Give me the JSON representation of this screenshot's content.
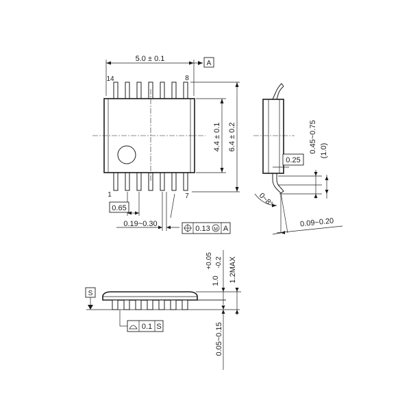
{
  "top_view": {
    "width_dim": "5.0 ± 0.1",
    "datum_a": "A",
    "pin_14": "14",
    "pin_8": "8",
    "pin_1": "1",
    "pin_7": "7",
    "body_width_dim": "4.4 ± 0.1",
    "overall_width_dim": "6.4 ± 0.2",
    "pitch_dim": "0.65",
    "lead_width_dim": "0.19~0.30",
    "position_tol": "0.13",
    "mmc_symbol": "M",
    "position_datum": "A"
  },
  "side_view": {
    "gauge_dim": "0.25",
    "foot_length_dim": "0.45~0.75",
    "footprint_ref_dim": "(1.0)",
    "angle_dim": "0~8°",
    "lead_thickness_dim": "0.09~0.20"
  },
  "front_view": {
    "datum_s": "S",
    "body_height_dim": "1.0",
    "body_height_tol_plus": "+0.05",
    "body_height_tol_minus": "-0.2",
    "max_height_dim": "1.2MAX",
    "flatness_tol": "0.1",
    "flatness_datum": "S",
    "standoff_dim": "0.05~0.15"
  }
}
